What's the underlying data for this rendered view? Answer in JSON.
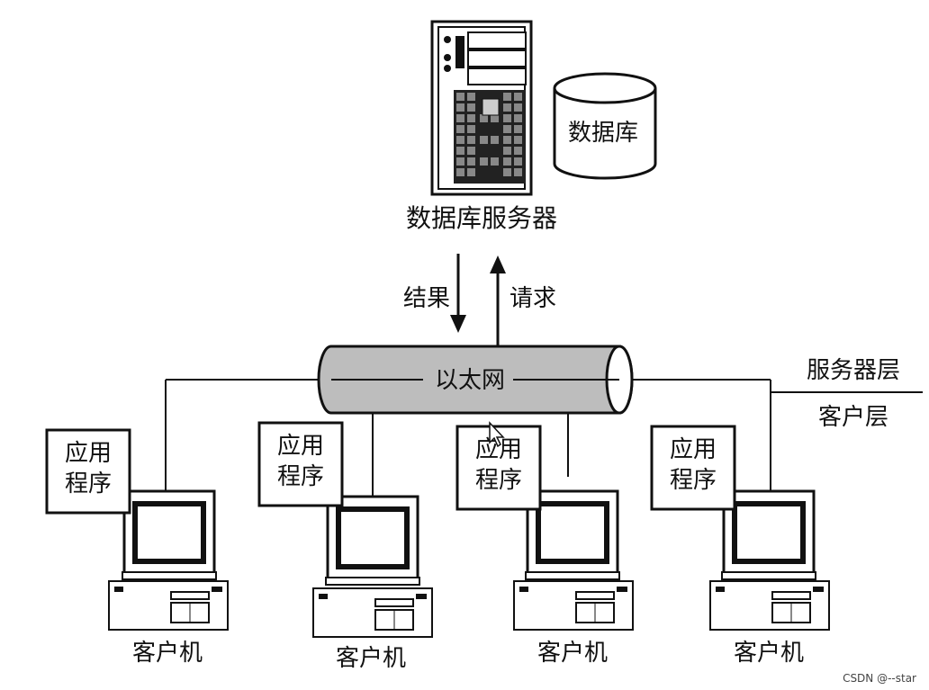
{
  "labels": {
    "database": "数据库",
    "db_server": "数据库服务器",
    "result": "结果",
    "request": "请求",
    "ethernet": "以太网",
    "server_layer": "服务器层",
    "client_layer": "客户层"
  },
  "clients": [
    {
      "app_line1": "应用",
      "app_line2": "程序",
      "label": "客户机"
    },
    {
      "app_line1": "应用",
      "app_line2": "程序",
      "label": "客户机"
    },
    {
      "app_line1": "应用",
      "app_line2": "程序",
      "label": "客户机"
    },
    {
      "app_line1": "应用",
      "app_line2": "程序",
      "label": "客户机"
    }
  ],
  "watermark": "CSDN @--star"
}
